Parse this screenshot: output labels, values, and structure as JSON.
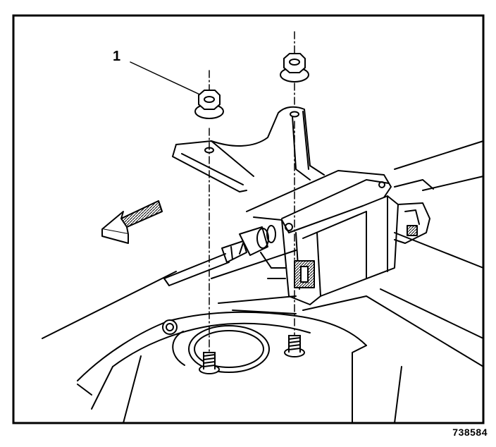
{
  "diagram": {
    "callouts": [
      {
        "number": "1",
        "target": "nut"
      }
    ],
    "figure_id": "738584",
    "colors": {
      "ink": "#000000",
      "paper": "#ffffff"
    },
    "icons": {
      "direction_arrow": "forward-arrow-icon",
      "fasteners": [
        "nut-icon",
        "nut-icon",
        "bolt-icon",
        "bolt-icon"
      ]
    }
  }
}
